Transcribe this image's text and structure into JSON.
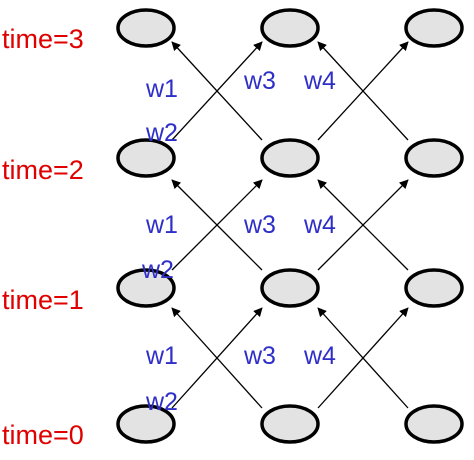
{
  "time_labels": [
    "time=0",
    "time=1",
    "time=2",
    "time=3"
  ],
  "weight_labels": {
    "w1": "w1",
    "w2": "w2",
    "w3": "w3",
    "w4": "w4"
  },
  "colors": {
    "time_label": "#e00000",
    "weight_label": "#2e2ec8",
    "node_fill": "#e3e3e3",
    "node_stroke": "#000000",
    "edge": "#000000"
  }
}
